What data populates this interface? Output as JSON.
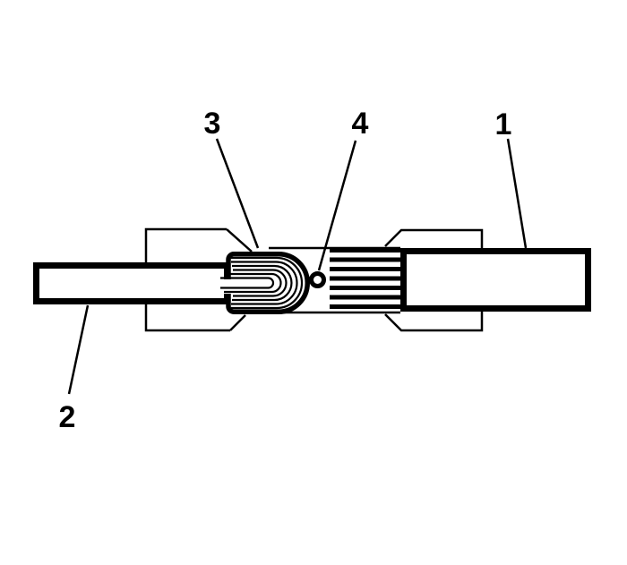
{
  "figure": {
    "type": "technical-illustration",
    "subject": "wire-splice-crimp-diagram",
    "background_color": "#ffffff",
    "line_color": "#000000",
    "callouts": [
      {
        "id": "callout-1",
        "label": "1"
      },
      {
        "id": "callout-2",
        "label": "2"
      },
      {
        "id": "callout-3",
        "label": "3"
      },
      {
        "id": "callout-4",
        "label": "4"
      }
    ]
  }
}
